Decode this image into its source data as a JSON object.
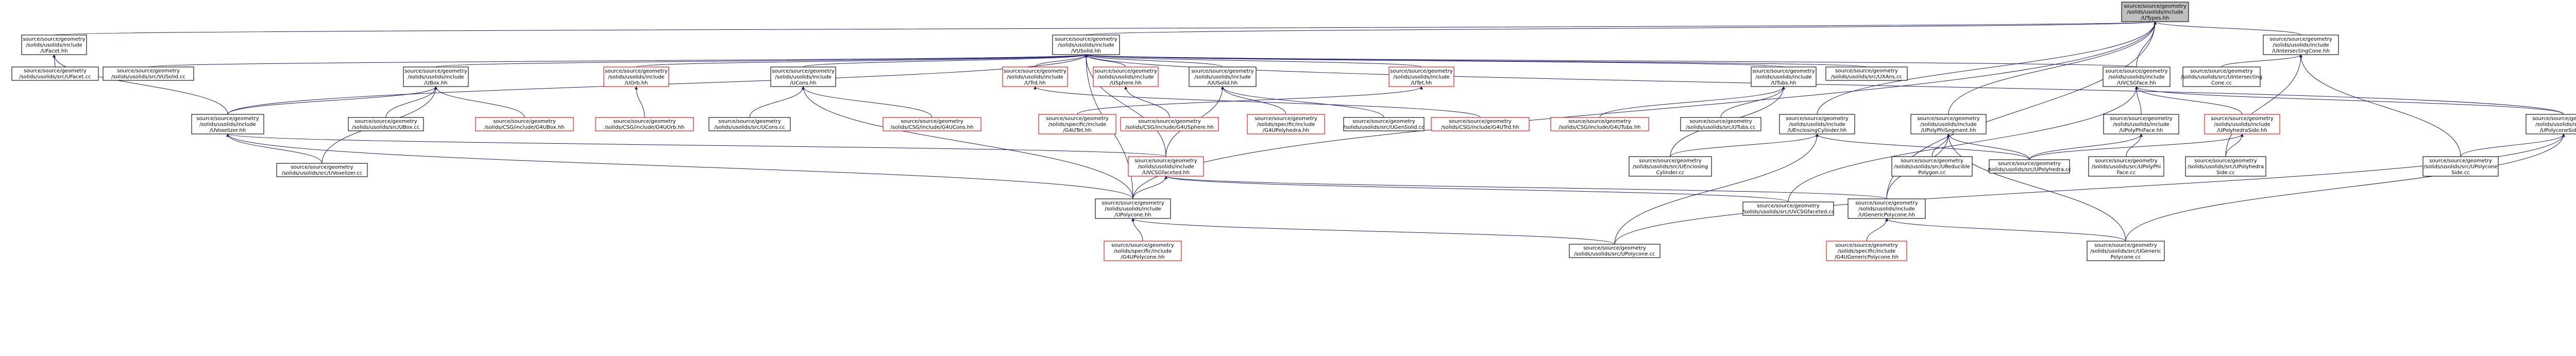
{
  "colors": {
    "edge": "#191970",
    "node_border": "#000000",
    "missing_border": "#ff0000",
    "root_fill": "#bfbfbf"
  },
  "nodes": [
    {
      "id": "root",
      "lines": [
        "source/source/geometry",
        "/solids/usolids/include",
        "/UTypes.hh"
      ],
      "style": "root"
    },
    {
      "id": "ufacet_hh",
      "lines": [
        "source/source/geometry",
        "/solids/usolids/include",
        "/UFacet.hh"
      ]
    },
    {
      "id": "usolid_hh",
      "lines": [
        "source/source/geometry",
        "/solids/usolids/include",
        "/VUSolid.hh"
      ]
    },
    {
      "id": "uintersectingcone_hh",
      "lines": [
        "source/source/geometry",
        "/solids/usolids/include",
        "/UIntersectingCone.hh"
      ]
    },
    {
      "id": "ufacet_cc",
      "lines": [
        "source/source/geometry",
        "/solids/usolids/src/UFacet.cc"
      ]
    },
    {
      "id": "vusolid_cc",
      "lines": [
        "source/source/geometry",
        "/solids/usolids/src/VUSolid.cc"
      ]
    },
    {
      "id": "ubox_hh",
      "lines": [
        "source/source/geometry",
        "/solids/usolids/include",
        "/UBox.hh"
      ]
    },
    {
      "id": "uorb_hh",
      "lines": [
        "source/source/geometry",
        "/solids/usolids/include",
        "/UOrb.hh"
      ],
      "style": "red"
    },
    {
      "id": "ucons_hh",
      "lines": [
        "source/source/geometry",
        "/solids/usolids/include",
        "/UCons.hh"
      ]
    },
    {
      "id": "utrd_hh",
      "lines": [
        "source/source/geometry",
        "/solids/usolids/include",
        "/UTrd.hh"
      ],
      "style": "red"
    },
    {
      "id": "usphere_hh",
      "lines": [
        "source/source/geometry",
        "/solids/usolids/include",
        "/USphere.hh"
      ],
      "style": "red"
    },
    {
      "id": "ugensolid_hh",
      "lines": [
        "source/source/geometry",
        "/solids/usolids/include",
        "/UUSolid.hh"
      ]
    },
    {
      "id": "utet_hh",
      "lines": [
        "source/source/geometry",
        "/solids/usolids/include",
        "/UTet.hh"
      ],
      "style": "red"
    },
    {
      "id": "utubs_hh",
      "lines": [
        "source/source/geometry",
        "/solids/usolids/include",
        "/UTubs.hh"
      ]
    },
    {
      "id": "uxans_cc",
      "lines": [
        "source/source/geometry",
        "/solids/usolids/src/UXAns.cc"
      ]
    },
    {
      "id": "uvcsgface_hh",
      "lines": [
        "source/source/geometry",
        "/solids/usolids/include",
        "/UVCSGface.hh"
      ]
    },
    {
      "id": "uintersectingcone_cc",
      "lines": [
        "source/source/geometry",
        "/solids/usolids/src/UIntersecting",
        "Cone.cc"
      ]
    },
    {
      "id": "umultiunion_hh",
      "lines": [
        "source/source/geometry",
        "/solids/usolids/include",
        "/UVoxelizer.hh"
      ]
    },
    {
      "id": "ubox_cc",
      "lines": [
        "source/source/geometry",
        "/solids/usolids/src/UBox.cc"
      ]
    },
    {
      "id": "ucsg_ubox_hh",
      "lines": [
        "source/source/geometry",
        "/solids/CSG/include/G4UBox.hh"
      ],
      "style": "red"
    },
    {
      "id": "ucsg_uorb_hh",
      "lines": [
        "source/source/geometry",
        "/solids/CSG/include/G4UOrb.hh"
      ],
      "style": "red"
    },
    {
      "id": "ucons_cc",
      "lines": [
        "source/source/geometry",
        "/solids/usolids/src/UCons.cc"
      ]
    },
    {
      "id": "ucsg_ucons_hh",
      "lines": [
        "source/source/geometry",
        "/solids/CSG/include/G4UCons.hh"
      ],
      "style": "red"
    },
    {
      "id": "ucsg_utet_hh",
      "lines": [
        "source/source/geometry",
        "/solids/specific/include",
        "/G4UTet.hh"
      ],
      "style": "red"
    },
    {
      "id": "ucsg_usphere_hh",
      "lines": [
        "source/source/geometry",
        "/solids/CSG/include/G4USphere.hh"
      ],
      "style": "red"
    },
    {
      "id": "ucsg_upolyhedra_hh",
      "lines": [
        "source/source/geometry",
        "/solids/specific/include",
        "/G4UPolyhedra.hh"
      ],
      "style": "red"
    },
    {
      "id": "ugensolid_cc",
      "lines": [
        "source/source/geometry",
        "/solids/usolids/src/UGenSolid.cc"
      ]
    },
    {
      "id": "ucsg_utrd_hh",
      "lines": [
        "source/source/geometry",
        "/solids/CSG/include/G4UTrd.hh"
      ],
      "style": "red"
    },
    {
      "id": "ucsg_utubs_hh",
      "lines": [
        "source/source/geometry",
        "/solids/CSG/include/G4UTubs.hh"
      ],
      "style": "red"
    },
    {
      "id": "utubs_cc",
      "lines": [
        "source/source/geometry",
        "/solids/usolids/src/UTubs.cc"
      ]
    },
    {
      "id": "uenclosingcylinder_hh",
      "lines": [
        "source/source/geometry",
        "/solids/usolids/include",
        "/UEnclosingCylinder.hh"
      ]
    },
    {
      "id": "upolyphisegment_hh",
      "lines": [
        "source/source/geometry",
        "/solids/usolids/include",
        "/UPolyPhiSegment.hh"
      ]
    },
    {
      "id": "upolyphiface_hh",
      "lines": [
        "source/source/geometry",
        "/solids/usolids/include",
        "/UPolyPhiFace.hh"
      ]
    },
    {
      "id": "upolyhedraside_hh",
      "lines": [
        "source/source/geometry",
        "/solids/usolids/include",
        "/UPolyhedraSide.hh"
      ],
      "style": "red"
    },
    {
      "id": "upolyconeside_hh",
      "lines": [
        "source/source/geometry",
        "/solids/usolids/include",
        "/UPolyconeSide.hh"
      ]
    },
    {
      "id": "uvoxelizer_cc",
      "lines": [
        "source/source/geometry",
        "/solids/usolids/src/UVoxelizer.cc"
      ]
    },
    {
      "id": "uvcsgfaceted_hh",
      "lines": [
        "source/source/geometry",
        "/solids/usolids/include",
        "/UVCSGfaceted.hh"
      ],
      "style": "red"
    },
    {
      "id": "uenclosingcylinder_cc",
      "lines": [
        "source/source/geometry",
        "/solids/usolids/src/UEnclosing",
        "Cylinder.cc"
      ]
    },
    {
      "id": "ureduciblepolygon_cc",
      "lines": [
        "source/source/geometry",
        "/solids/usolids/src/UReducible",
        "Polygon.cc"
      ]
    },
    {
      "id": "upolyhedra_cc",
      "lines": [
        "source/source/geometry",
        "/solids/usolids/src/UPolyhedra.cc"
      ]
    },
    {
      "id": "upolyphiface_cc",
      "lines": [
        "source/source/geometry",
        "/solids/usolids/src/UPolyPhi",
        "Face.cc"
      ]
    },
    {
      "id": "upolyhedraside_cc",
      "lines": [
        "source/source/geometry",
        "/solids/usolids/src/UPolyhedra",
        "Side.cc"
      ]
    },
    {
      "id": "upolyconeside_cc",
      "lines": [
        "source/source/geometry",
        "/solids/usolids/src/UPolycone",
        "Side.cc"
      ]
    },
    {
      "id": "upolycone_hh",
      "lines": [
        "source/source/geometry",
        "/solids/usolids/include",
        "/UPolycone.hh"
      ]
    },
    {
      "id": "uvcsgfaceted_cc",
      "lines": [
        "source/source/geometry",
        "/solids/usolids/src/UVCSGfaceted.cc"
      ]
    },
    {
      "id": "ugenericpolycone_hh",
      "lines": [
        "source/source/geometry",
        "/solids/usolids/include",
        "/UGenericPolycone.hh"
      ]
    },
    {
      "id": "ucsg_upolycone_hh",
      "lines": [
        "source/source/geometry",
        "/solids/specific/include",
        "/G4UPolycone.hh"
      ],
      "style": "red"
    },
    {
      "id": "upolycone_cc",
      "lines": [
        "source/source/geometry",
        "/solids/usolids/src/UPolycone.cc"
      ]
    },
    {
      "id": "ucsg_ugenericpolycone_hh",
      "lines": [
        "source/source/geometry",
        "/solids/specific/include",
        "/G4UGenericPolycone.hh"
      ],
      "style": "red"
    },
    {
      "id": "ugenericpolycone_cc",
      "lines": [
        "source/source/geometry",
        "/solids/usolids/src/UGeneric",
        "Polycone.cc"
      ]
    }
  ]
}
